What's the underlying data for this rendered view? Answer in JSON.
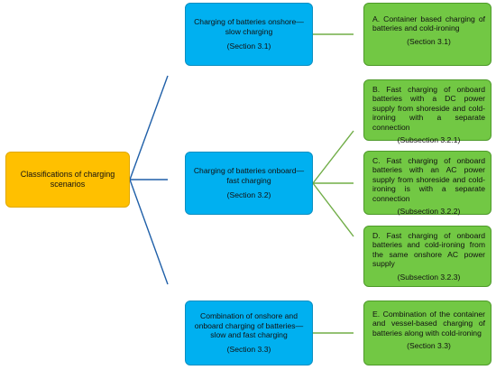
{
  "diagram": {
    "root": {
      "label": "Classifications of charging scenarios"
    },
    "sections": [
      {
        "title": "Charging of batteries onshore—slow charging",
        "ref": "(Section 3.1)",
        "children": [
          {
            "text": "A. Container based charging of batteries and cold-ironing",
            "ref": "(Section 3.1)"
          }
        ]
      },
      {
        "title": "Charging of batteries onboard—fast charging",
        "ref": "(Section 3.2)",
        "children": [
          {
            "text": "B. Fast charging of onboard batteries with a DC power supply from shoreside and cold-ironing with a separate connection",
            "ref": "(Subsection 3.2.1)"
          },
          {
            "text": "C. Fast charging of onboard batteries with an AC power supply from shoreside and cold-ironing is with a separate connection",
            "ref": "(Subsection 3.2.2)"
          },
          {
            "text": "D. Fast charging of onboard batteries and cold-ironing from the same onshore AC power supply",
            "ref": "(Subsection 3.2.3)"
          }
        ]
      },
      {
        "title": "Combination of onshore and onboard charging of batteries—slow and fast charging",
        "ref": "(Section 3.3)",
        "children": [
          {
            "text": "E. Combination of the container and vessel-based charging of batteries along with cold-ironing",
            "ref": "(Section 3.3)"
          }
        ]
      }
    ]
  },
  "colors": {
    "root": "#ffc000",
    "section": "#00b0f0",
    "leaf": "#72c844",
    "root_connector": "#1f5fa8",
    "leaf_connector": "#70ad47"
  }
}
